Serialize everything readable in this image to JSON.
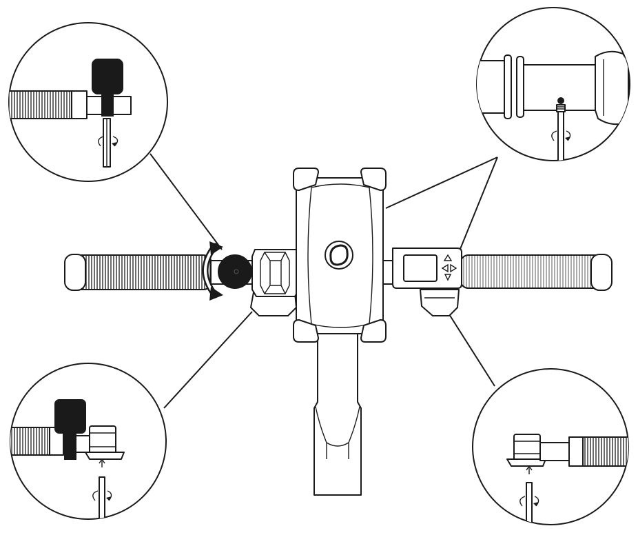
{
  "diagram": {
    "subject": "handlebar-assembly",
    "line_color": "#1a1a1a",
    "background": "#ffffff",
    "callouts": [
      {
        "id": "top-left",
        "shows": "grip-clamp-screw-tightening"
      },
      {
        "id": "top-right",
        "shows": "throttle-clamp-screw-tightening"
      },
      {
        "id": "bottom-left",
        "shows": "brake-lever-clamp-screw-tightening"
      },
      {
        "id": "bottom-right",
        "shows": "brake-lever-clamp-screw-tightening"
      }
    ],
    "icons": [
      "rotate-arrow-icon",
      "phone-holder-logo-icon",
      "screwdriver-icon",
      "rotation-arrow-icon"
    ]
  }
}
